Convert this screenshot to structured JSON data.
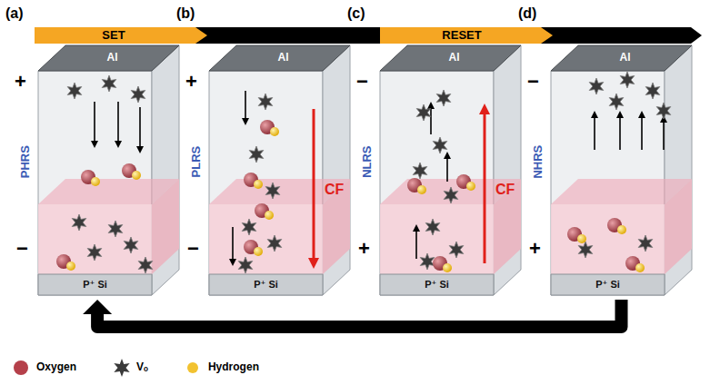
{
  "diagram": {
    "nodes": [
      {
        "text": [
          "Al",
          "P⁺ Si"
        ]
      },
      {
        "text": [
          "Al",
          "P⁺ Si"
        ]
      },
      {
        "text": [
          "Al",
          "P⁺ Si"
        ]
      },
      {
        "text": [
          "Al",
          "P⁺ Si"
        ]
      }
    ],
    "edges": [
      {
        "from": 3,
        "to": 0,
        "arrow": "to"
      }
    ],
    "labels": [
      "(a)",
      "(b)",
      "(c)",
      "(d)",
      "SET",
      "RESET",
      "+",
      "−",
      "PHRS",
      "+",
      "−",
      "PLRS",
      "−",
      "+",
      "NLRS",
      "−",
      "+",
      "NHRS",
      "CF",
      "CF"
    ],
    "legend": [
      {
        "text": "Oxygen",
        "color": "#b5404a"
      },
      {
        "text": "Vₒ"
      },
      {
        "text": "Hydrogen",
        "color": "#f2c230"
      }
    ]
  }
}
